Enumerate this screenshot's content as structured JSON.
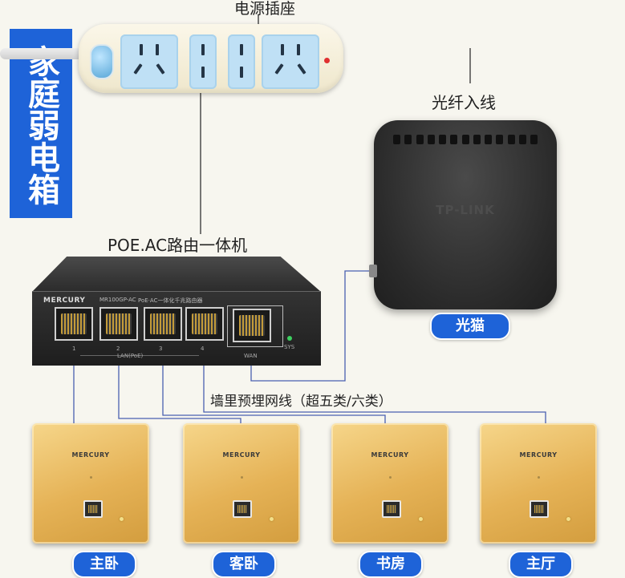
{
  "title": "家庭弱电箱",
  "labels": {
    "power_strip": "电源插座",
    "fiber_in": "光纤入线",
    "router": "POE.AC路由一体机",
    "cable": "墙里预埋网线（超五类/六类）"
  },
  "modem": {
    "brand": "TP-LINK",
    "name": "光猫"
  },
  "router": {
    "brand": "MERCURY",
    "model": "MR100GP-AC",
    "desc": "PoE·AC一体化千兆路由器",
    "ports": [
      "1",
      "2",
      "3",
      "4"
    ],
    "lan_label": "LAN(PoE)",
    "wan_label": "WAN",
    "sys_label": "SYS"
  },
  "panels": [
    {
      "brand": "MERCURY",
      "room": "主卧"
    },
    {
      "brand": "MERCURY",
      "room": "客卧"
    },
    {
      "brand": "MERCURY",
      "room": "书房"
    },
    {
      "brand": "MERCURY",
      "room": "主厅"
    }
  ],
  "colors": {
    "accent_blue": "#1e63d8",
    "wire_blue": "#4a5fb0",
    "panel_gold": "#e5b256"
  }
}
